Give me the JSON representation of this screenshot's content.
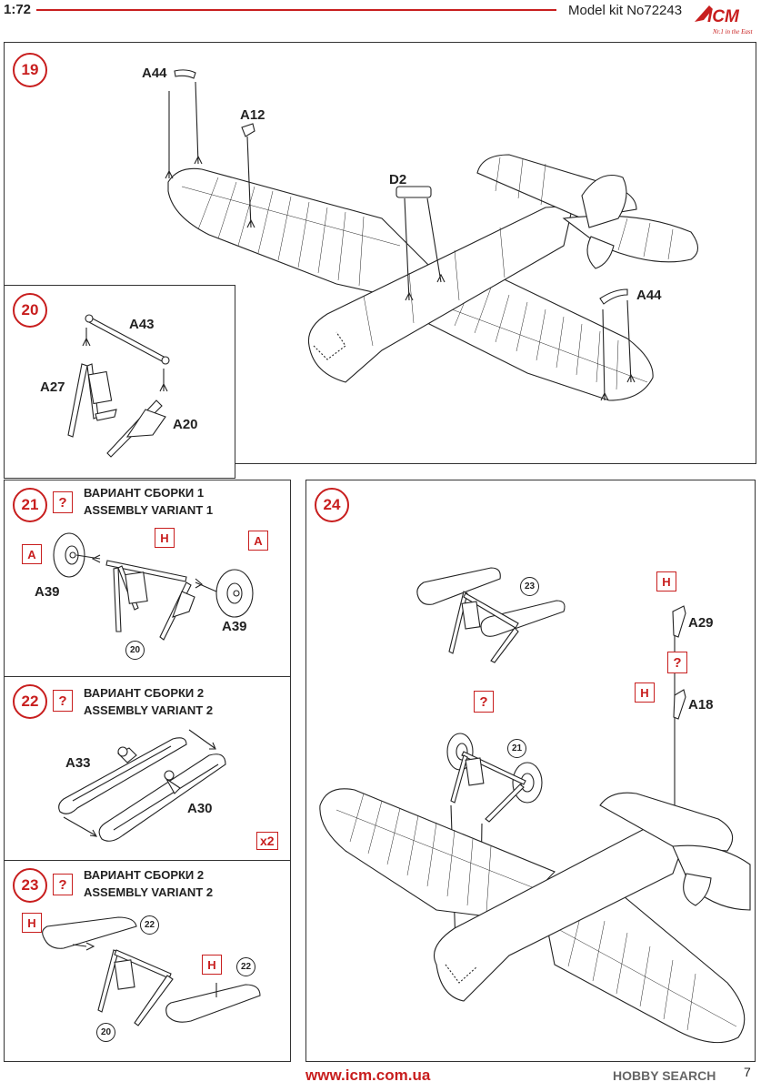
{
  "header": {
    "scale": "1:72",
    "kit": "Model kit No72243",
    "brand": "ICM",
    "slogan": "Nr.1 in the East"
  },
  "steps": {
    "s19": {
      "num": "19",
      "labels": {
        "a44_top": "A44",
        "a12": "A12",
        "d2": "D2",
        "a44_right": "A44"
      }
    },
    "s20": {
      "num": "20",
      "labels": {
        "a43": "A43",
        "a27": "A27",
        "a20": "A20"
      }
    },
    "s21": {
      "num": "21",
      "q": "?",
      "line1": "ВАРИАНТ СБОРКИ 1",
      "line2": "ASSEMBLY VARIANT 1",
      "box_a_left": "A",
      "box_h": "H",
      "box_a_right": "A",
      "a39_left": "A39",
      "a39_right": "A39",
      "ref": "20"
    },
    "s22": {
      "num": "22",
      "q": "?",
      "line1": "ВАРИАНТ СБОРКИ 2",
      "line2": "ASSEMBLY VARIANT 2",
      "a33": "A33",
      "a30": "A30",
      "mult": "x2"
    },
    "s23": {
      "num": "23",
      "q": "?",
      "line1": "ВАРИАНТ СБОРКИ 2",
      "line2": "ASSEMBLY VARIANT 2",
      "box_h_left": "H",
      "box_h_right": "H",
      "ref22a": "22",
      "ref22b": "22",
      "ref20": "20"
    },
    "s24": {
      "num": "24",
      "ref23": "23",
      "ref21": "21",
      "box_h1": "H",
      "a29": "A29",
      "q1": "?",
      "box_h2": "H",
      "a18": "A18",
      "q2": "?"
    }
  },
  "footer": {
    "url": "www.icm.com.ua",
    "watermark": "HOBBY SEARCH",
    "page": "7"
  },
  "colors": {
    "accent": "#c81e1e",
    "ink": "#222222"
  }
}
